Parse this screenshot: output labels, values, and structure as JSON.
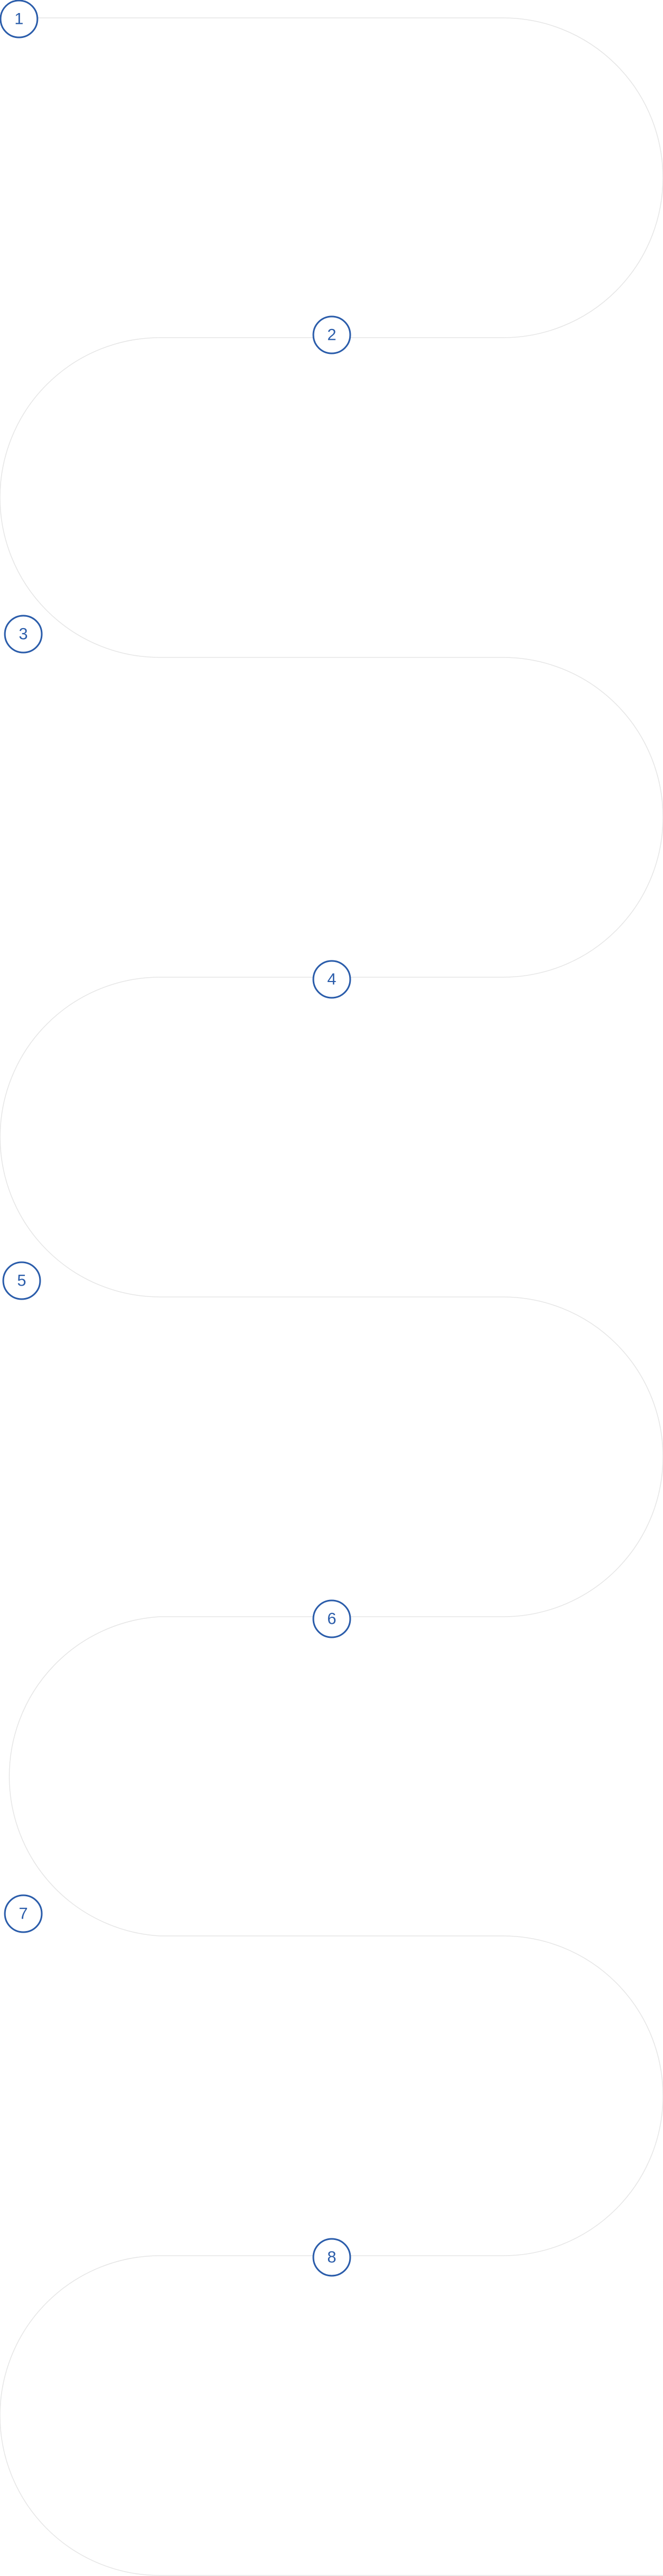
{
  "colors": {
    "accent": "#2a5caa",
    "path": "#e6e6e6"
  },
  "steps": [
    {
      "label": "1"
    },
    {
      "label": "2"
    },
    {
      "label": "3"
    },
    {
      "label": "4"
    },
    {
      "label": "5"
    },
    {
      "label": "6"
    },
    {
      "label": "7"
    },
    {
      "label": "8"
    }
  ]
}
